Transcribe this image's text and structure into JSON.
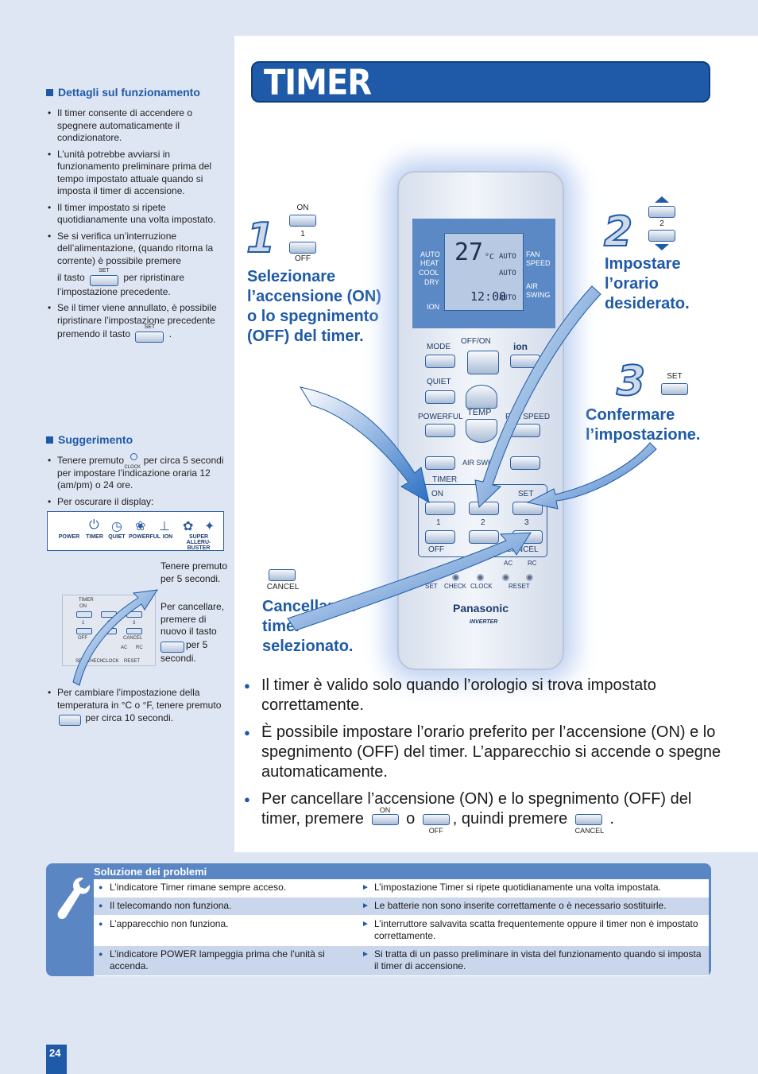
{
  "header": {
    "title": "TIMER"
  },
  "details": {
    "heading": "Dettagli sul funzionamento",
    "items": [
      "Il timer consente di accendere o spegnere automaticamente il condizionatore.",
      "L’unità potrebbe avviarsi in funzionamento preliminare prima del tempo impostato attuale quando si imposta il timer di accensione.",
      "Il timer impostato si ripete quotidianamente una volta impostato.",
      "Se si verifica un’interruzione dell’alimentazione, (quando ritorna la corrente) è possibile premere",
      "il tasto",
      "per ripristinare l’impostazione precedente.",
      "Se il timer viene annullato, è possibile ripristinare l’impostazione precedente premendo il tasto"
    ],
    "set_label": "SET"
  },
  "tips": {
    "heading": "Suggerimento",
    "hold_prefix": "Tenere premuto",
    "clock_label": "CLOCK",
    "hold_suffix": "per circa 5 secondi per impostare l’indicazione oraria 12 (am/pm) o 24 ore.",
    "dim_display": "Per oscurare il display:",
    "legend": [
      "POWER",
      "TIMER",
      "QUIET",
      "POWERFUL",
      "ION",
      "SUPER ALLERU-BUSTER"
    ],
    "hold_text": "Tenere premuto per 5 secondi.",
    "cancel_text_1": "Per cancellare, premere di nuovo il tasto",
    "cancel_text_2": "per 5 secondi.",
    "temp_prefix": "Per cambiare l’impostazione della temperatura in °C o °F, tenere premuto",
    "temp_suffix": "per circa 10 secondi."
  },
  "mini_remote": {
    "timer": "TIMER",
    "on": "ON",
    "set": "SET",
    "n1": "1",
    "n2": "2",
    "n3": "3",
    "off": "OFF",
    "cancel": "CANCEL",
    "ac": "AC",
    "rc": "RC",
    "bottom": [
      "SET",
      "CHECK",
      "CLOCK",
      "RESET"
    ]
  },
  "steps": {
    "s1": {
      "num": "1",
      "on": "ON",
      "one": "1",
      "off": "OFF",
      "label": "Selezionare l’accensione (ON) o lo spegnimento (OFF) del timer."
    },
    "s2": {
      "num": "2",
      "two": "2",
      "label": "Impostare l’orario desiderato."
    },
    "s3": {
      "num": "3",
      "set": "SET",
      "label": "Confermare l’impostazione."
    },
    "cancel": {
      "cancel": "CANCEL",
      "label": "Cancellare il timer selezionato."
    }
  },
  "remote": {
    "lcd_left": [
      "AUTO",
      "HEAT",
      "COOL",
      "DRY"
    ],
    "ion": "ION",
    "temp": "27",
    "unit": "°C",
    "clock": "12:00",
    "auto": "AUTO",
    "fan_speed": "FAN SPEED",
    "air_swing": "AIR SWING",
    "mode": "MODE",
    "offon": "OFF/ON",
    "ion_btn": "ion",
    "quiet": "QUIET",
    "temp_lbl": "TEMP",
    "powerful": "POWERFUL",
    "fanspeed_btn": "FAN SPEED",
    "airswing_btn": "AIR SWING",
    "timer": "TIMER",
    "on": "ON",
    "set": "SET",
    "n1": "1",
    "n2": "2",
    "n3": "3",
    "off": "OFF",
    "cancel": "CANCEL",
    "ac": "AC",
    "rc": "RC",
    "b_set": "SET",
    "b_check": "CHECK",
    "b_clock": "CLOCK",
    "b_reset": "RESET",
    "brand": "Panasonic",
    "inverter": "INVERTER"
  },
  "notes": {
    "n1": "Il timer è valido solo quando l’orologio si trova impostato correttamente.",
    "n2": "È possibile impostare l’orario preferito per l’accensione (ON) e lo spegnimento (OFF) del timer. L’apparecchio si accende o spegne automaticamente.",
    "n3a": "Per cancellare l’accensione (ON) e lo spegnimento (OFF) del timer, premere",
    "n3_on": "ON",
    "n3_o": "o",
    "n3_off": "OFF",
    "n3b": ", quindi premere",
    "n3_cancel": "CANCEL",
    "n3_end": "."
  },
  "troubleshooting": {
    "heading": "Soluzione dei problemi",
    "rows": [
      {
        "problem": "L’indicatore Timer rimane sempre acceso.",
        "solution": "L’impostazione Timer si ripete quotidianamente una volta impostata."
      },
      {
        "problem": "Il telecomando non funziona.",
        "solution": "Le batterie non sono inserite correttamente o è necessario sostituirle."
      },
      {
        "problem": "L’apparecchio non funziona.",
        "solution": "L’interruttore salvavita scatta frequentemente oppure il timer non è impostato correttamente."
      },
      {
        "problem": "L’indicatore POWER lampeggia prima che l’unità si accenda.",
        "solution": "Si tratta di un passo preliminare in vista del funzionamento quando si imposta il timer di accensione."
      }
    ]
  },
  "footer": {
    "page": "24"
  }
}
